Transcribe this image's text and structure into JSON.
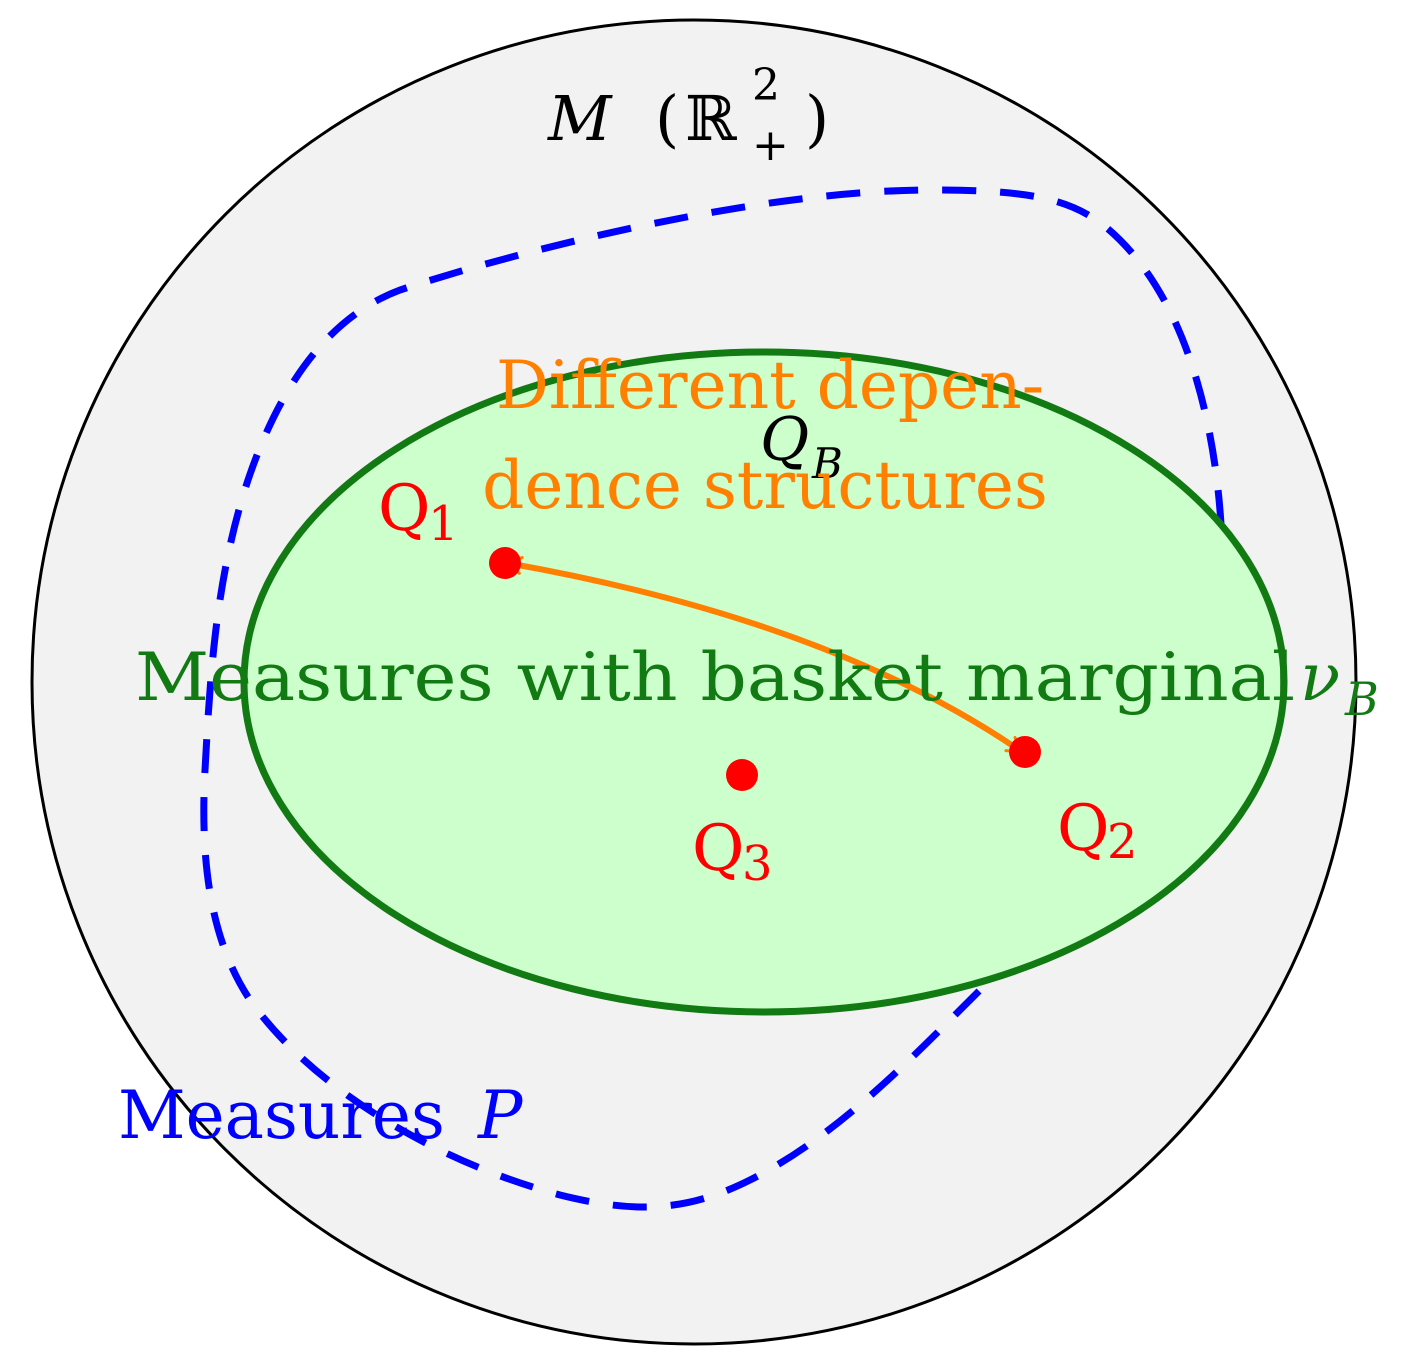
{
  "universe": {
    "label_script": "M",
    "label_open": "(",
    "label_R": "ℝ",
    "label_sup": "2",
    "label_sub": "+",
    "label_close": ")",
    "fill": "#f2f2f2",
    "stroke": "#000000"
  },
  "set_P": {
    "label_text": "Measures ",
    "label_symbol": "P",
    "color": "#0000ff"
  },
  "set_QB": {
    "label_symbol": "Q",
    "label_sub": "B",
    "fill": "#ccffcc",
    "stroke": "#127a12",
    "caption_text": "Measures with basket marginal ",
    "caption_symbol": "ν",
    "caption_sub": "B",
    "caption_color": "#127a12"
  },
  "dependence": {
    "line1": "Different depen-",
    "line2": "dence structures",
    "color": "#ff8000"
  },
  "points": [
    {
      "id": "Q1",
      "letter": "Q",
      "sub": "1"
    },
    {
      "id": "Q2",
      "letter": "Q",
      "sub": "2"
    },
    {
      "id": "Q3",
      "letter": "Q",
      "sub": "3"
    }
  ],
  "point_color": "#ff0000"
}
